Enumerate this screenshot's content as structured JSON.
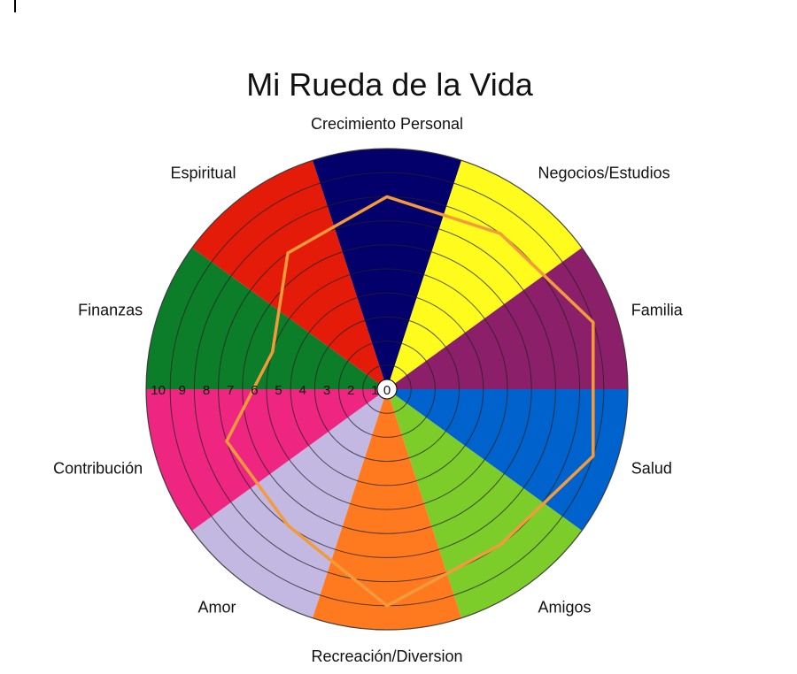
{
  "chart_data": {
    "type": "polar-area",
    "title": "Mi Rueda de la Vida",
    "categories": [
      "Crecimiento Personal",
      "Negocios/Estudios",
      "Familia",
      "Salud",
      "Amigos",
      "Recreación/Diversion",
      "Amor",
      "Contribución",
      "Finanzas",
      "Espiritual"
    ],
    "segment_colors": [
      "#04006b",
      "#fffb1d",
      "#8b1f69",
      "#0062cc",
      "#7ccc2a",
      "#ff7a1f",
      "#c3b8e2",
      "#ee2581",
      "#0c7d28",
      "#e51b0a"
    ],
    "scale": {
      "min": 0,
      "max": 10,
      "ticks": [
        "10",
        "9",
        "8",
        "7",
        "6",
        "5",
        "4",
        "3",
        "2",
        "1"
      ],
      "center_label": "0"
    },
    "series": [
      {
        "values": [
          8,
          8,
          9,
          9,
          8,
          9,
          7,
          7,
          5,
          7
        ],
        "color": "#f39b3c"
      }
    ]
  }
}
